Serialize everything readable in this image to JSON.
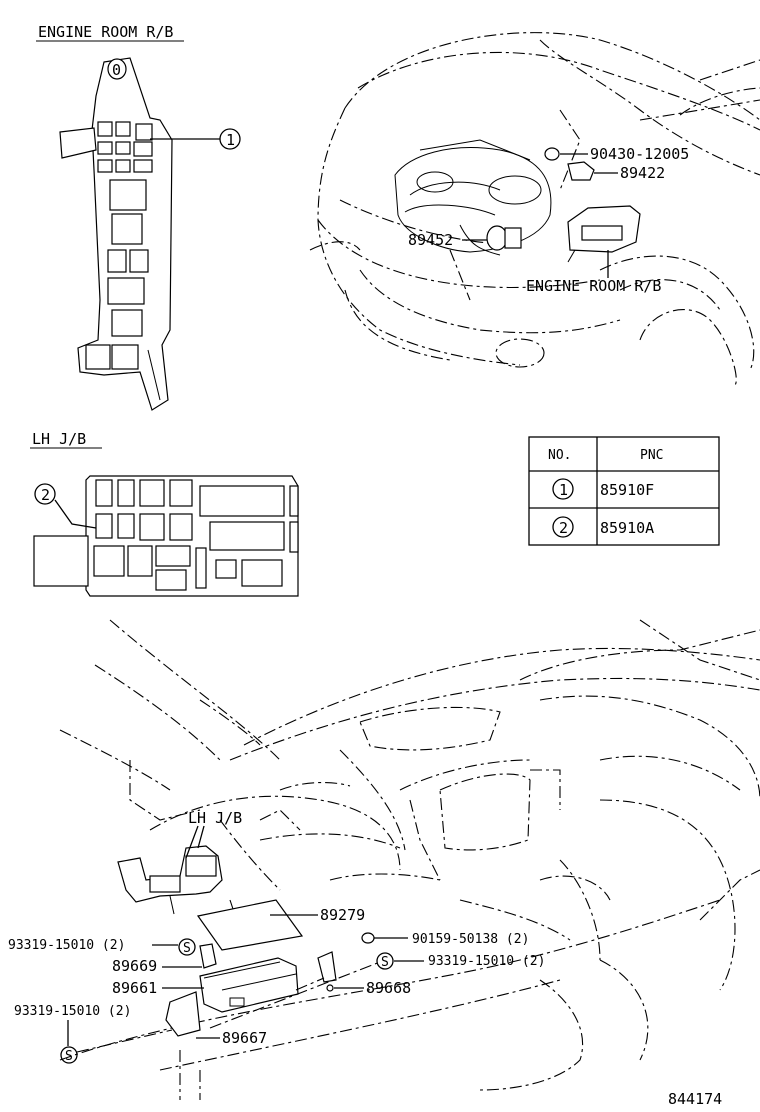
{
  "sections": {
    "engine_room_title": "ENGINE ROOM R/B",
    "lh_jb_title": "LH J/B",
    "engine_room_callout": "ENGINE ROOM R/B",
    "lh_jb_callout": "LH J/B"
  },
  "markers": {
    "fuse_box_top": "0",
    "engine_rb": "1",
    "lh_jb": "2",
    "screw_symbol": "S"
  },
  "engine_parts": {
    "p1": "90430-12005",
    "p2": "89422",
    "p3": "89452"
  },
  "table": {
    "headers": [
      "NO.",
      "PNC"
    ],
    "rows": [
      {
        "no": "1",
        "pnc": "85910F"
      },
      {
        "no": "2",
        "pnc": "85910A"
      }
    ]
  },
  "dash_parts": {
    "p89279": "89279",
    "p90159": "90159-50138 (2)",
    "p93319_right": "93319-15010 (2)",
    "p93319_left": "93319-15010 (2)",
    "p89669": "89669",
    "p89661": "89661",
    "p89668": "89668",
    "p93319_lower": "93319-15010 (2)",
    "p89667": "89667"
  },
  "diagram_id": "844174"
}
